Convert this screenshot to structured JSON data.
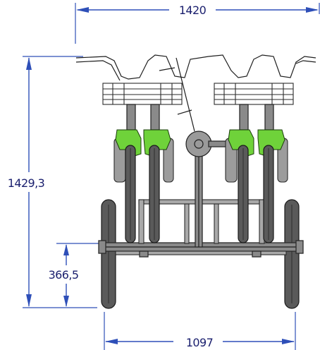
{
  "dimensions": {
    "overall_width": {
      "label": "1420"
    },
    "overall_height": {
      "label": "1429,3"
    },
    "axle_height": {
      "label": "366,5"
    },
    "track_width": {
      "label": "1097"
    }
  },
  "colors": {
    "dimension_line": "#2e4fb8",
    "dimension_text": "#1a1f6e",
    "accent_green": "#6fd23a",
    "frame_grey": "#8a8a8a"
  }
}
